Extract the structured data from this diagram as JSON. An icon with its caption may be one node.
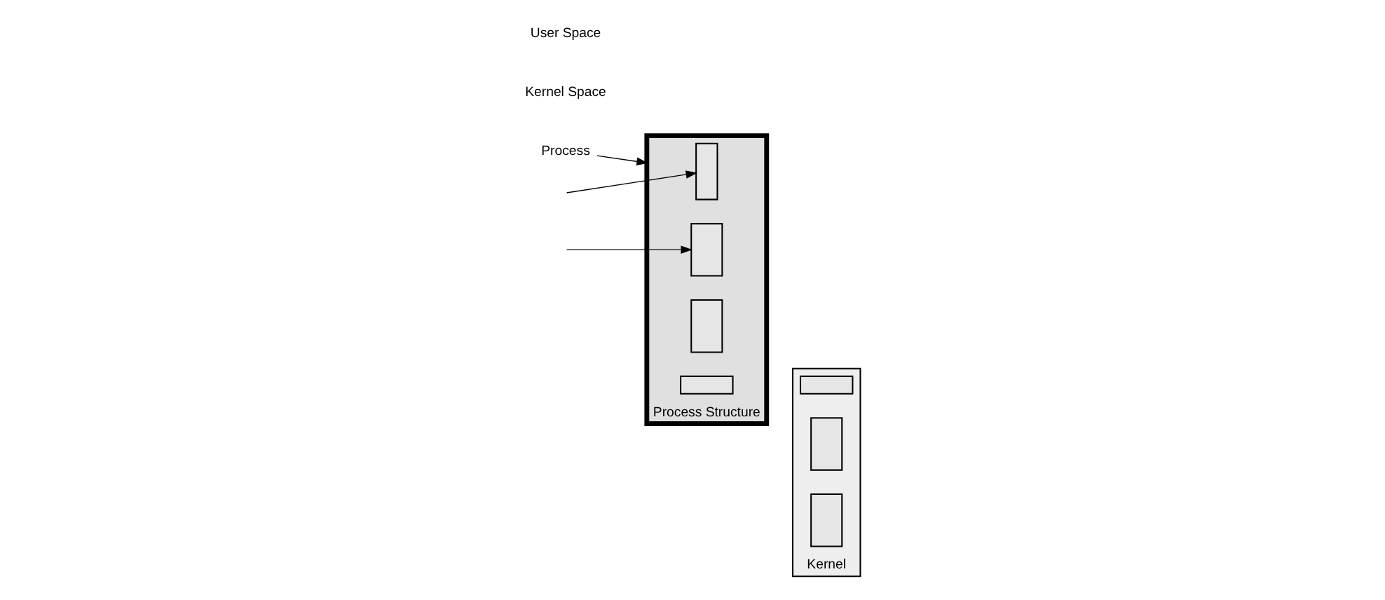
{
  "diagram": {
    "nodes": [
      {
        "text": [
          "Process"
        ]
      },
      {
        "text": [
          "Process Structure"
        ]
      },
      {
        "text": [
          "Kernel"
        ]
      },
      {
        "text": [],
        "shape": "box",
        "in": 1
      },
      {
        "text": [],
        "shape": "box",
        "in": 1
      },
      {
        "text": [],
        "shape": "box",
        "in": 1
      },
      {
        "text": [],
        "shape": "box",
        "in": 1
      },
      {
        "text": [],
        "shape": "box",
        "in": 2
      },
      {
        "text": [],
        "shape": "box",
        "in": 2
      },
      {
        "text": [],
        "shape": "box",
        "in": 2
      }
    ],
    "edges": [
      {
        "from": 0,
        "to": 1,
        "arrow": "to"
      },
      {
        "from": null,
        "to": 3,
        "arrow": "to"
      },
      {
        "from": null,
        "to": 4,
        "arrow": "to"
      }
    ],
    "labels": [
      "User Space",
      "Kernel Space"
    ]
  }
}
